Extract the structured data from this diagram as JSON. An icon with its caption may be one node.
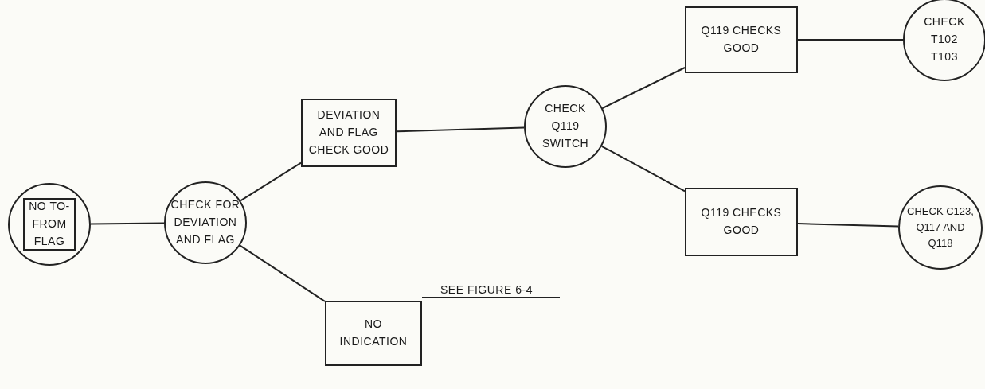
{
  "diagram": {
    "nodes": [
      {
        "text": [],
        "shape": "circle"
      },
      {
        "text": [
          "NO TO-FROM FLAG"
        ],
        "in": 0
      },
      {
        "text": [
          "CHECK FOR DEVIATION AND FLAG"
        ]
      },
      {
        "text": [
          "DEVIATION AND FLAG CHECK GOOD"
        ]
      },
      {
        "text": [
          "CHECK Q119 SWITCH"
        ]
      },
      {
        "text": [
          "Q119 CHECKS GOOD"
        ]
      },
      {
        "text": [
          "CHECK T102 T103"
        ]
      },
      {
        "text": [
          "Q119 CHECKS GOOD"
        ]
      },
      {
        "text": [
          "CHECK C123, Q117 AND Q118"
        ]
      },
      {
        "text": [
          "NO INDICATION"
        ]
      },
      {
        "text": [
          "SEE FIGURE 6-4"
        ]
      }
    ],
    "edges": [
      {
        "from": 0,
        "to": 2,
        "arrow": "none"
      },
      {
        "from": 2,
        "to": 3,
        "arrow": "none"
      },
      {
        "from": 2,
        "to": 9,
        "arrow": "none"
      },
      {
        "from": 3,
        "to": 4,
        "arrow": "none"
      },
      {
        "from": 4,
        "to": 5,
        "arrow": "none"
      },
      {
        "from": 4,
        "to": 7,
        "arrow": "none"
      },
      {
        "from": 5,
        "to": 6,
        "arrow": "none"
      },
      {
        "from": 7,
        "to": 8,
        "arrow": "none"
      },
      {
        "from": 9,
        "to": 10,
        "arrow": "none"
      }
    ]
  }
}
